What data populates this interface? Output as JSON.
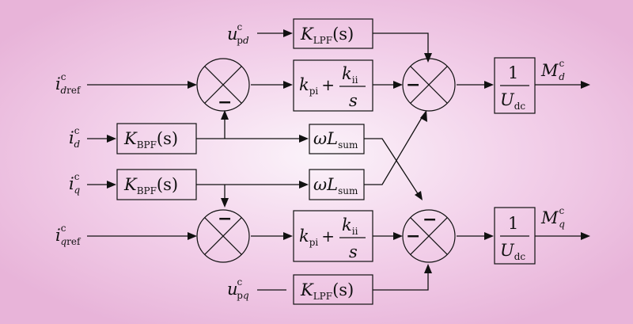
{
  "signals": {
    "upd": {
      "base": "u",
      "sup": "c",
      "sub_roman": "p",
      "sub_italic": "d"
    },
    "idref": {
      "base": "i",
      "sup": "c",
      "sub_italic": "d",
      "sub_roman": "ref"
    },
    "id": {
      "base": "i",
      "sup": "c",
      "sub_italic": "d"
    },
    "iq": {
      "base": "i",
      "sup": "c",
      "sub_italic": "q"
    },
    "iqref": {
      "base": "i",
      "sup": "c",
      "sub_italic": "q",
      "sub_roman": "ref"
    },
    "upq": {
      "base": "u",
      "sup": "c",
      "sub_roman": "p",
      "sub_italic": "q"
    },
    "Md": {
      "base": "M",
      "sup": "c",
      "sub_italic": "d"
    },
    "Mq": {
      "base": "M",
      "sup": "c",
      "sub_italic": "q"
    }
  },
  "blocks": {
    "klpf": {
      "gain": "K",
      "gain_sub": "LPF",
      "arg": "(s)"
    },
    "kbpf": {
      "gain": "K",
      "gain_sub": "BPF",
      "arg": "(s)"
    },
    "pi": {
      "kp": "k",
      "kp_sub": "pi",
      "plus": "+",
      "ki": "k",
      "ki_sub": "ii",
      "den": "s"
    },
    "wl": {
      "omega": "ωL",
      "sub": "sum"
    },
    "udc": {
      "num": "1",
      "den": "U",
      "den_sub": "dc"
    }
  },
  "signs": {
    "minus": "−"
  }
}
